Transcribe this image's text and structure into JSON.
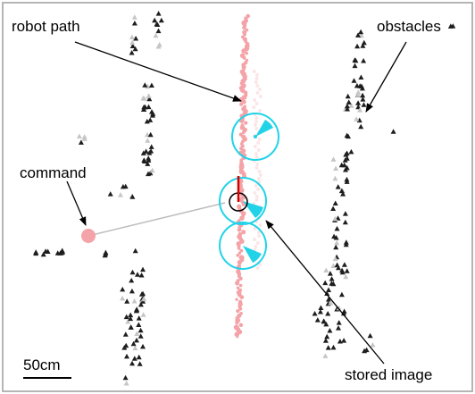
{
  "labels": {
    "robot_path": "robot path",
    "obstacles": "obstacles",
    "command": "command",
    "stored_image": "stored image",
    "scale": "50cm"
  },
  "colors": {
    "frame": "#b5b5b5",
    "robot_path": "#f4a3a8",
    "robot_path_faint": "#fbe6e8",
    "obstacle_dark": "#1e1e1e",
    "obstacle_light": "#c6c6c6",
    "stored_image_circle": "#22d3e8",
    "command_point": "#f4a3a8",
    "command_line": "#bdbdbd",
    "robot_heading": "#d40000"
  }
}
